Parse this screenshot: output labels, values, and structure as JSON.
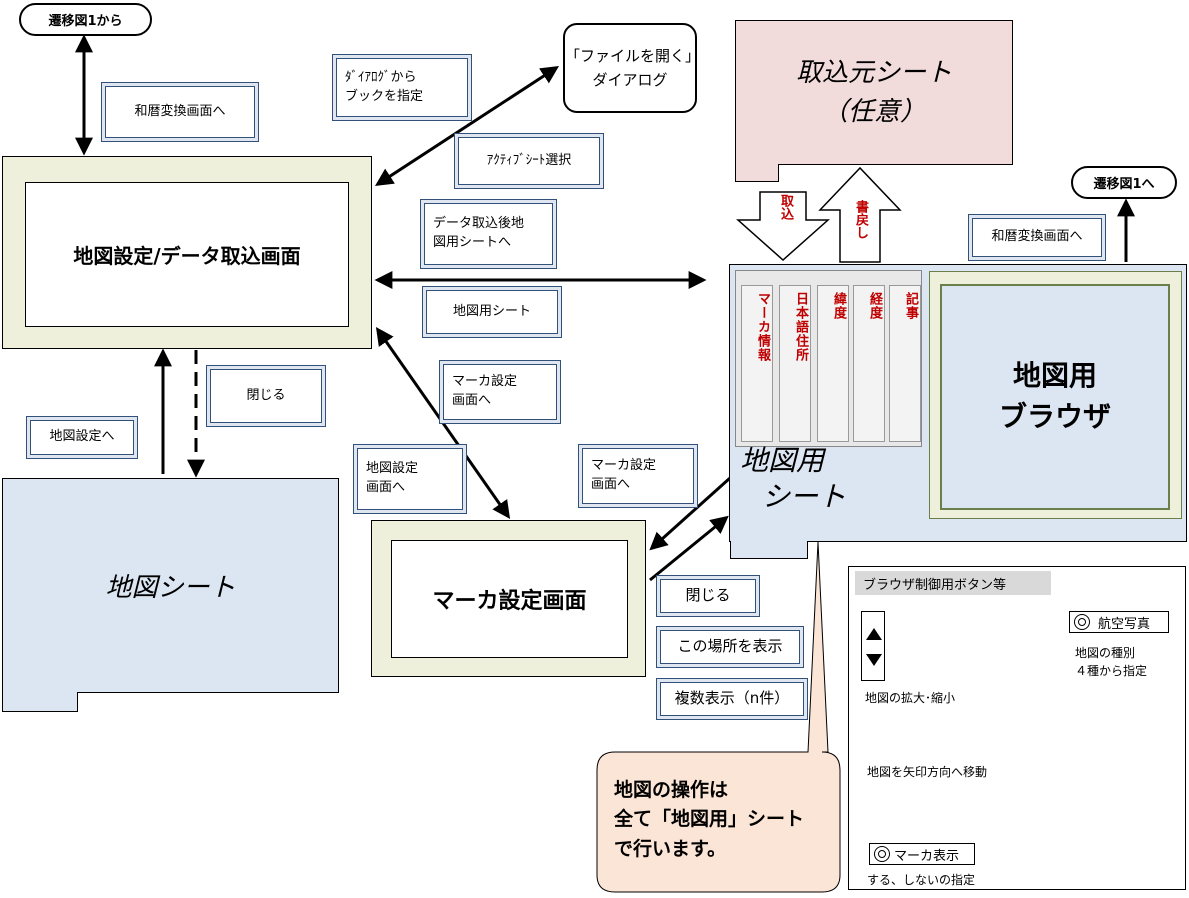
{
  "flow_from1": "遷移図1から",
  "flow_to1": "遷移図1へ",
  "main_screen": "地図設定/データ取込画面",
  "file_open_dialog": {
    "line1": "「ファイルを開く」",
    "line2": "ダイアログ"
  },
  "source_sheet": {
    "line1": "取込元シート",
    "line2": "（任意）"
  },
  "btn_wareki_left": "和暦変換画面へ",
  "btn_wareki_right": "和暦変換画面へ",
  "btn_dialog_book": {
    "line1": "ﾀﾞｲｱﾛｸﾞから",
    "line2": "ブックを指定"
  },
  "btn_active_sheet": "ｱｸﾃｨﾌﾞｼｰﾄ選択",
  "btn_after_import": {
    "line1": "データ取込後地",
    "line2": "図用シートへ"
  },
  "btn_map_sheet": "地図用シート",
  "btn_close1": "閉じる",
  "btn_map_settings": "地図設定へ",
  "btn_marker_settings1": {
    "line1": "マーカ設定",
    "line2": "画面へ"
  },
  "btn_map_settings_screen": {
    "line1": "地図設定",
    "line2": "画面へ"
  },
  "btn_marker_settings2": {
    "line1": "マーカ設定",
    "line2": "画面へ"
  },
  "arrow_import": "取込",
  "arrow_writeback": "書戻し",
  "map_sheet_area": {
    "line1": "地図用",
    "line2": "シート"
  },
  "columns": [
    "マーカ情報",
    "日本語住所",
    "緯度",
    "経度",
    "記事"
  ],
  "browser": {
    "line1": "地図用",
    "line2": "ブラウザ"
  },
  "chizu_sheet": "地図シート",
  "marker_screen": "マーカ設定画面",
  "marker_btn_close": "閉じる",
  "marker_btn_show_here": "この場所を表示",
  "marker_btn_multi": "複数表示（n件）",
  "callout": {
    "line1": "地図の操作は",
    "line2": "全て「地図用」シート",
    "line3": "で行います。"
  },
  "panel": {
    "title": "ブラウザ制御用ボタン等",
    "zoom_label": "地図の拡大･縮小",
    "aerial_button": "航空写真",
    "map_type_line1": "地図の種別",
    "map_type_line2": "４種から指定",
    "move_label": "地図を矢印方向へ移動",
    "marker_button": "マーカ表示",
    "marker_desc": "する、しないの指定"
  },
  "colors": {
    "frame_main": "#eef0dc",
    "sheet_blue": "#dce6f2",
    "source_pink": "#f2dcdb",
    "callout_fill": "#fbe5d6",
    "accent_red": "#c00000",
    "bevel_border": "#31507a"
  }
}
